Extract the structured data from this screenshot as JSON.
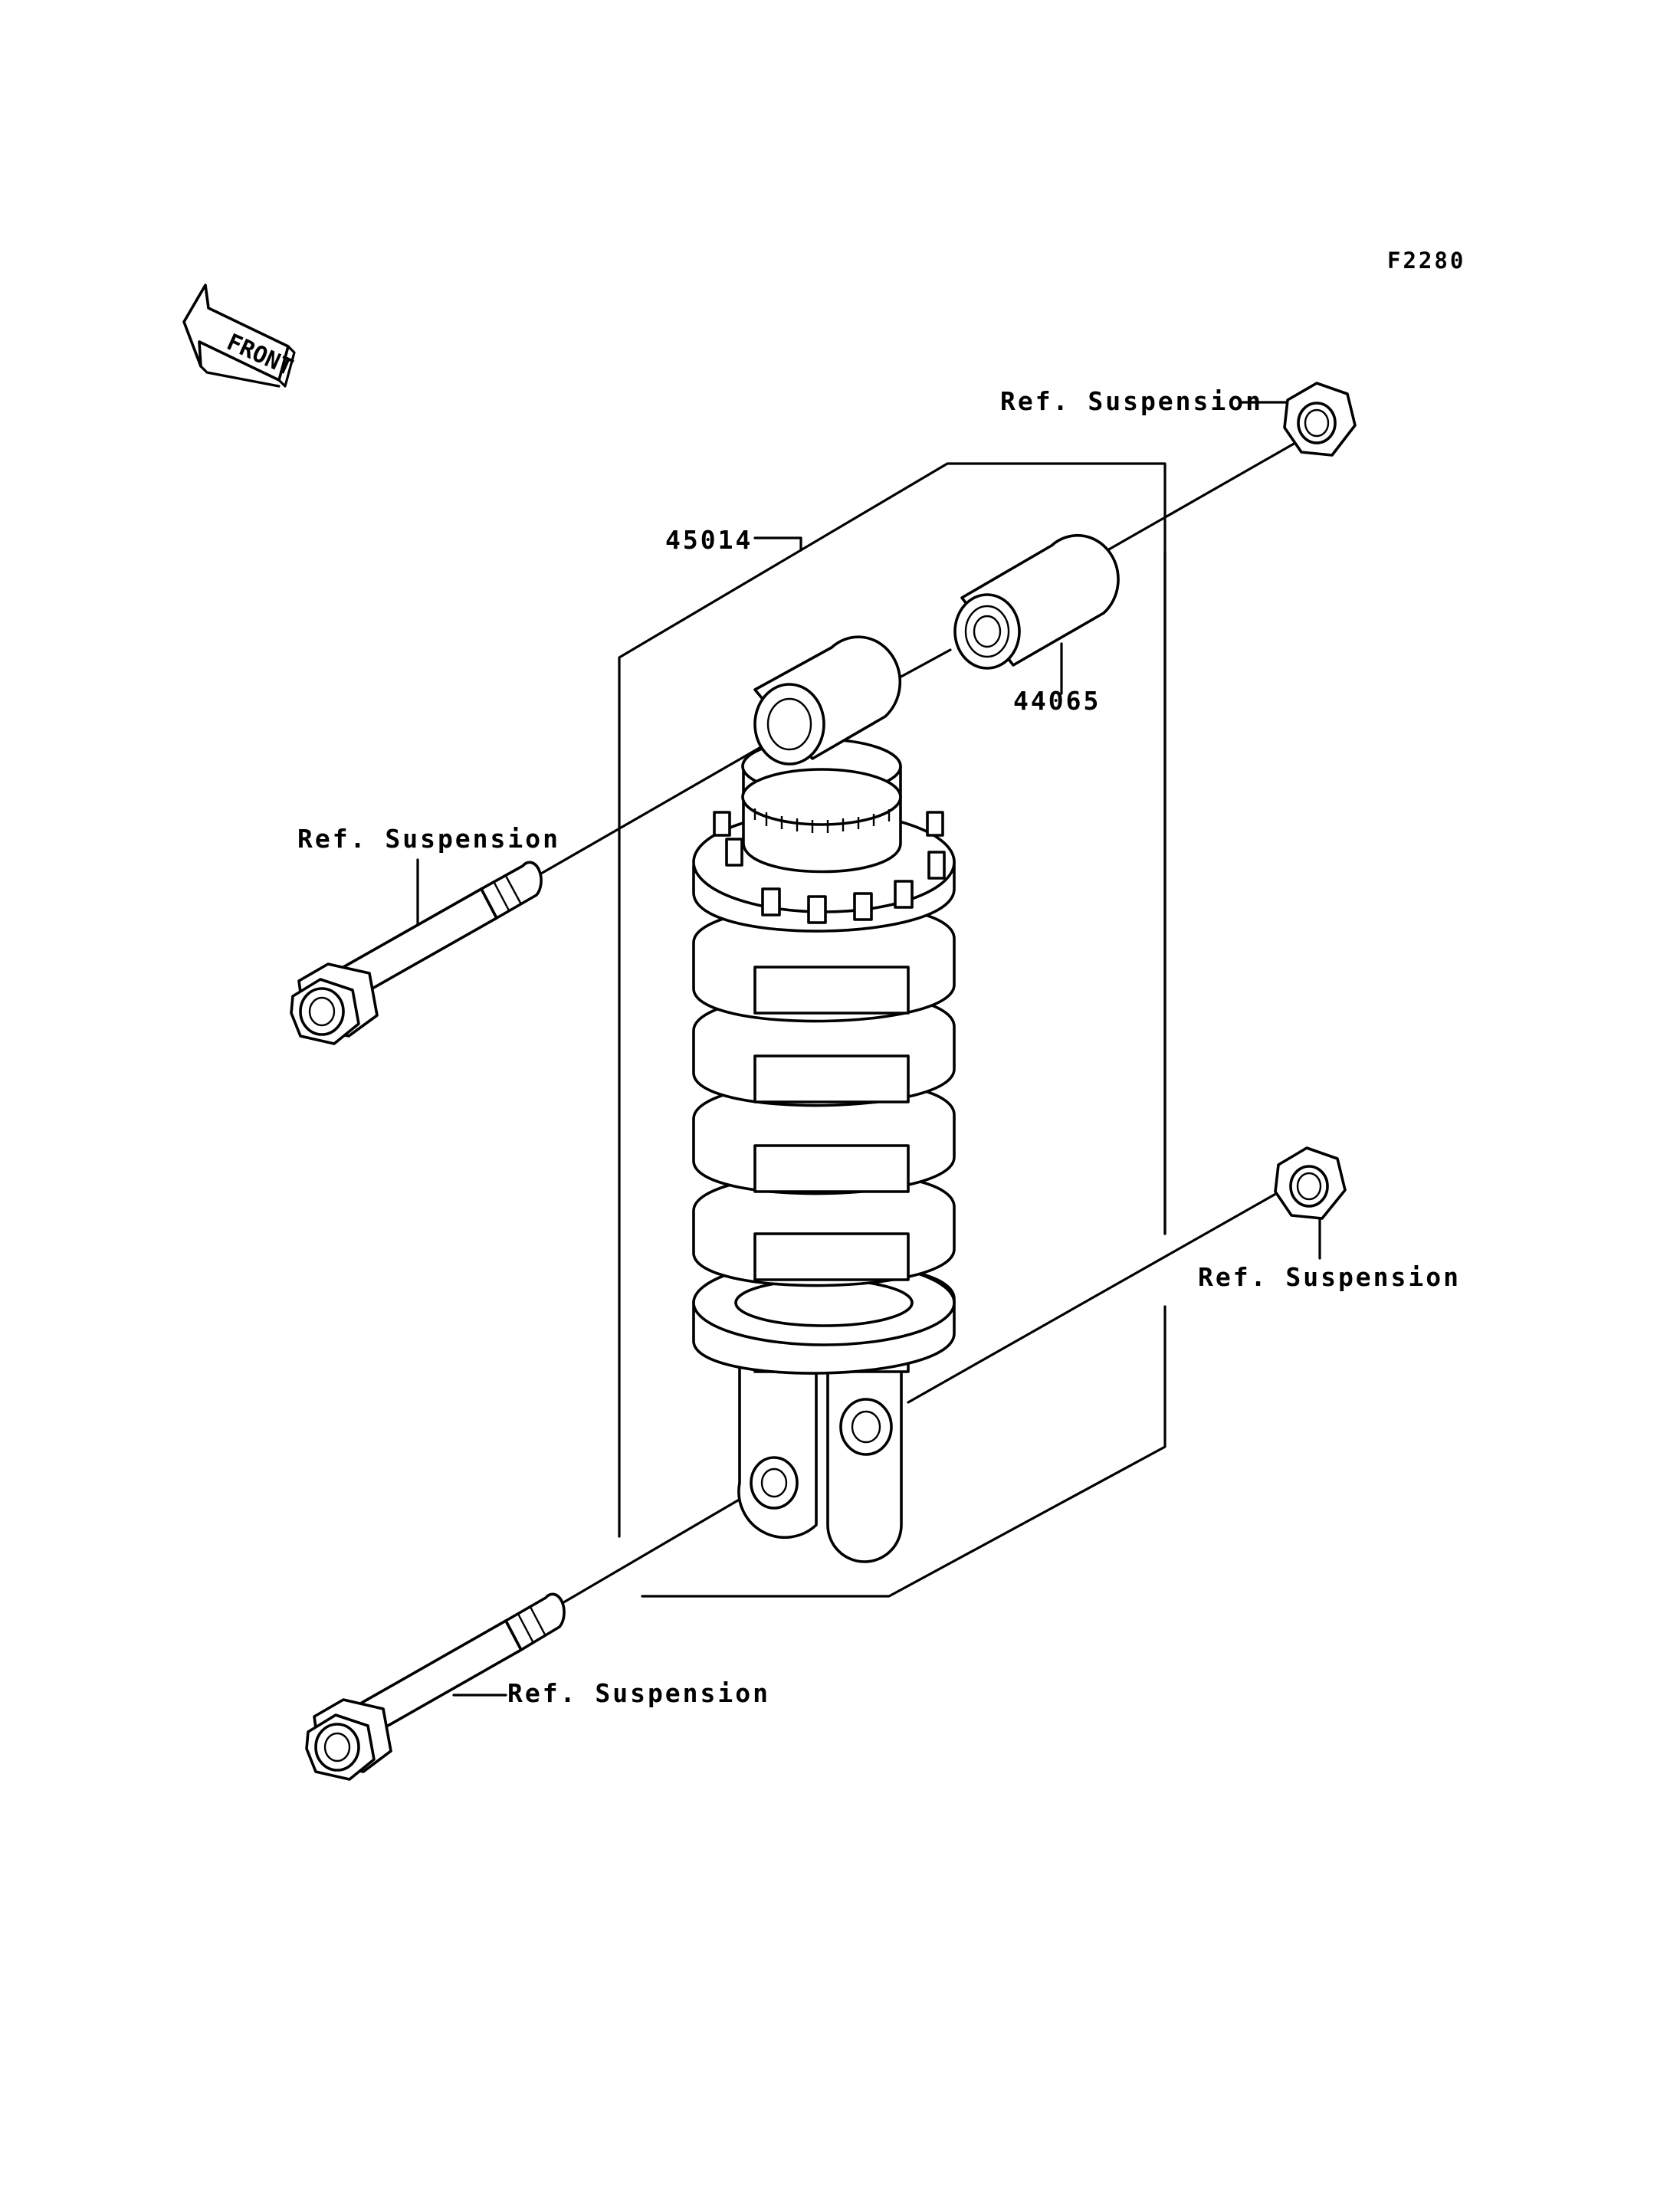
{
  "figure_code": "F2280",
  "front_arrow": {
    "label": "FRONT",
    "icon": "front-direction-arrow-icon"
  },
  "parts": {
    "shock_absorber": {
      "number": "45014"
    },
    "bushing": {
      "number": "44065"
    }
  },
  "references": {
    "upper_nut": "Ref. Suspension",
    "upper_bolt": "Ref. Suspension",
    "lower_nut": "Ref. Suspension",
    "lower_bolt": "Ref. Suspension"
  }
}
